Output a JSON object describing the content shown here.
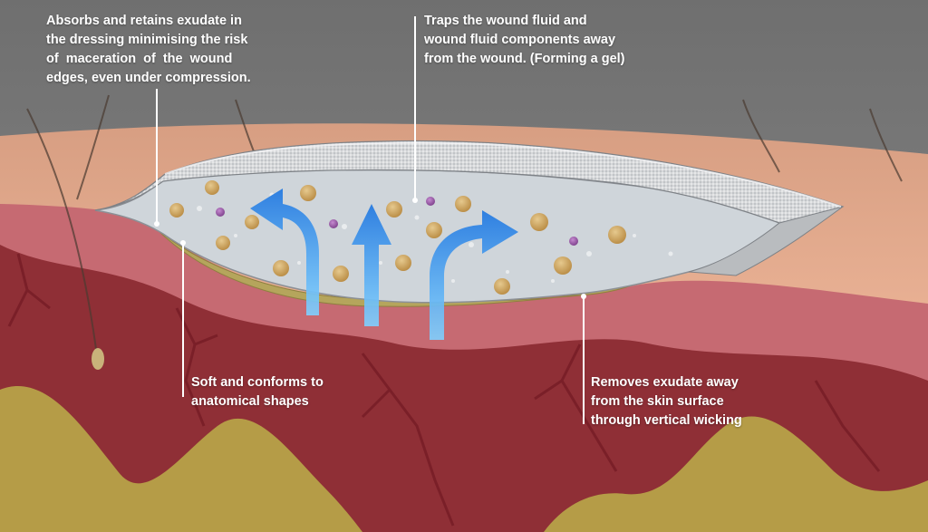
{
  "callouts": {
    "absorbs": {
      "lines": [
        "Absorbs and retains exudate in",
        "the dressing minimising the risk",
        "of maceration of the wound",
        "edges, even under compression."
      ]
    },
    "traps": {
      "lines": [
        "Traps the wound fluid and",
        "wound fluid components away",
        "from the wound. (Forming a gel)"
      ]
    },
    "soft": {
      "lines": [
        "Soft and conforms to",
        "anatomical shapes"
      ]
    },
    "removes": {
      "lines": [
        "Removes exudate away",
        "from the skin surface",
        "through vertical wicking"
      ]
    }
  },
  "colors": {
    "background_gray": "#7d7d7d",
    "skin_surface": "#e7a98a",
    "dermis": "#c96b73",
    "deep_tissue": "#8f2f36",
    "fat_layer": "#b8a14a",
    "dressing_fabric": "#d9dbdd",
    "dressing_gel": "#cdd3d8",
    "exudate_particle": "#c9a25c",
    "component_particle": "#9b5aa3",
    "wicking_arrow": "#3d8fe6",
    "leader_line": "#ffffff"
  },
  "icons": {
    "arrows": "wicking-arrow-icon",
    "particles": "exudate-particle-icon"
  }
}
